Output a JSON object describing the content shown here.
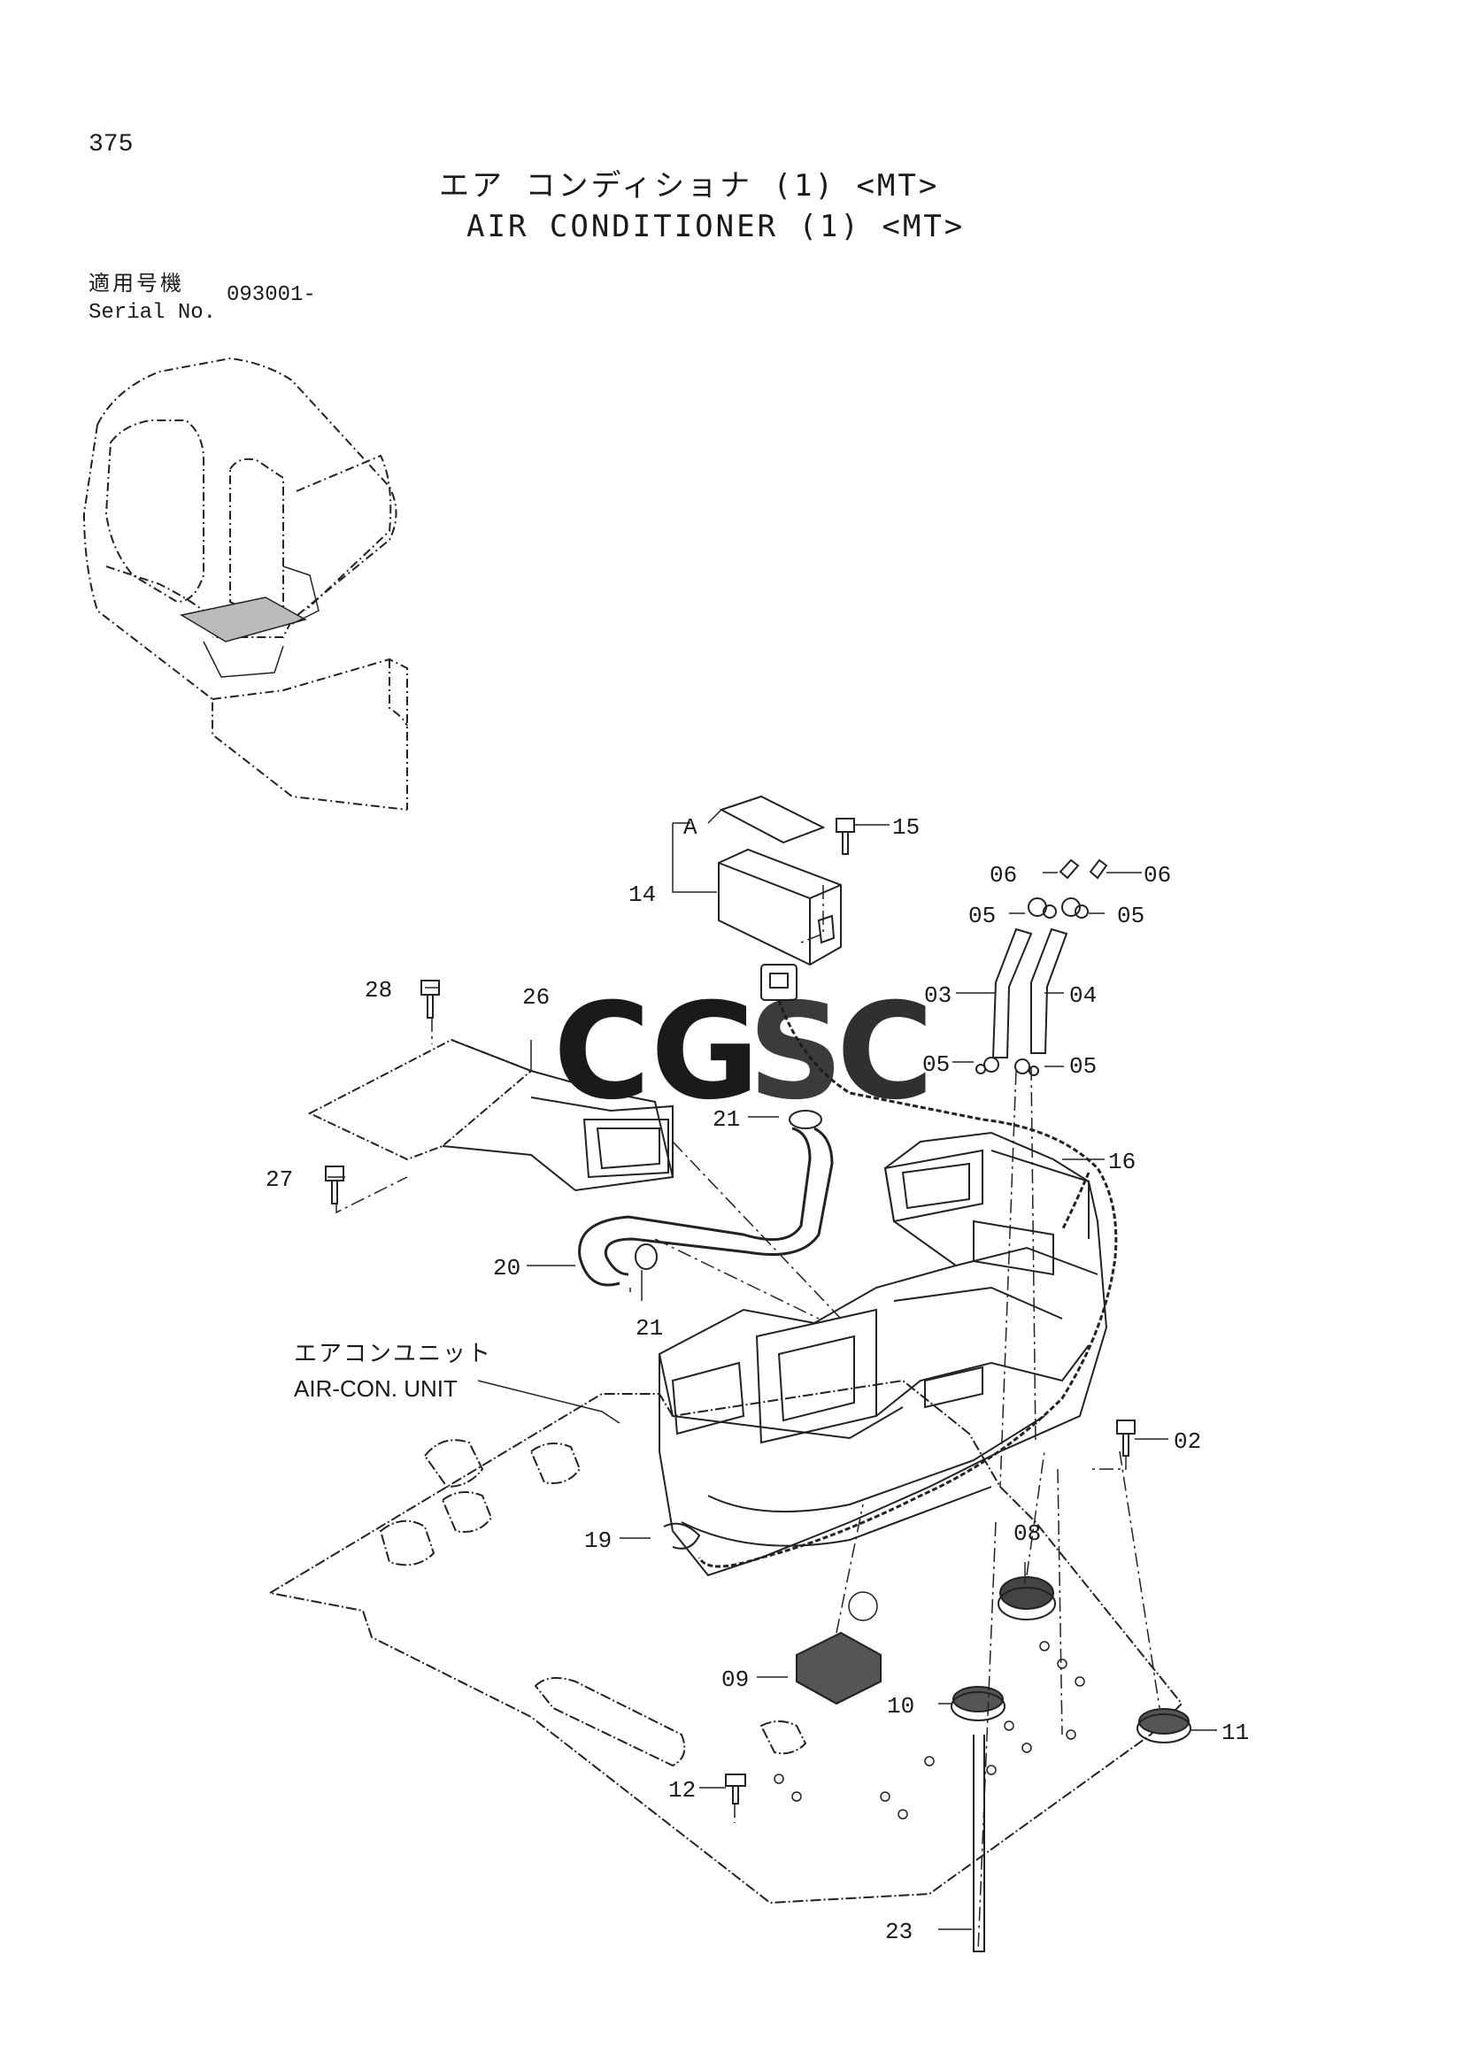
{
  "page": {
    "number": "375"
  },
  "title": {
    "jp": "エア コンディショナ (1) <MT>",
    "en": "AIR CONDITIONER (1) <MT>"
  },
  "serial": {
    "label_jp": "適用号機",
    "label_en": "Serial No.",
    "value": "093001-"
  },
  "watermark": {
    "letters": [
      "C",
      "G",
      "S",
      "C"
    ],
    "colors": [
      "#4A8CF0",
      "#EA4335",
      "#FBC02D",
      "#34A853"
    ]
  },
  "unit_label": {
    "jp": "エアコンユニット",
    "en": "AIR-CON. UNIT"
  },
  "callouts": {
    "A": "A",
    "c02": "02",
    "c03": "03",
    "c04": "04",
    "c05a": "05",
    "c05b": "05",
    "c05c": "05",
    "c05d": "05",
    "c06a": "06",
    "c06b": "06",
    "c08": "08",
    "c09": "09",
    "c10": "10",
    "c11": "11",
    "c12": "12",
    "c14": "14",
    "c15": "15",
    "c16": "16",
    "c19": "19",
    "c20": "20",
    "c21a": "21",
    "c21b": "21",
    "c23": "23",
    "c26": "26",
    "c27": "27",
    "c28": "28"
  }
}
